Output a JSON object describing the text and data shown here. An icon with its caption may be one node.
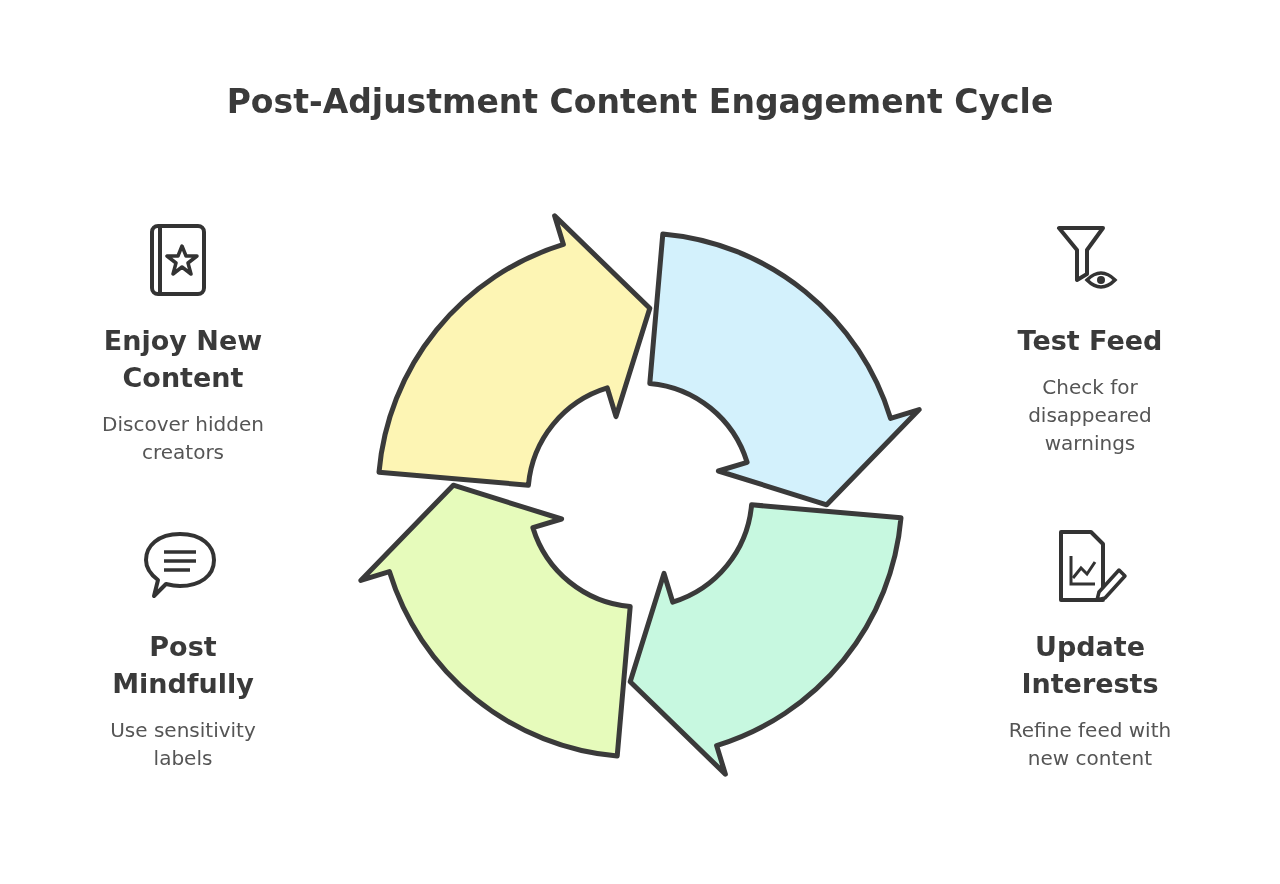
{
  "diagram": {
    "title": "Post-Adjustment Content Engagement Cycle",
    "nodes": [
      {
        "text": [
          "Enjoy New Content",
          "Discover hidden creators"
        ]
      },
      {
        "text": [
          "Test Feed",
          "Check for disappeared warnings"
        ]
      },
      {
        "text": [
          "Post Mindfully",
          "Use sensitivity labels"
        ]
      },
      {
        "text": [
          "Update Interests",
          "Refine feed with new content"
        ]
      }
    ]
  }
}
